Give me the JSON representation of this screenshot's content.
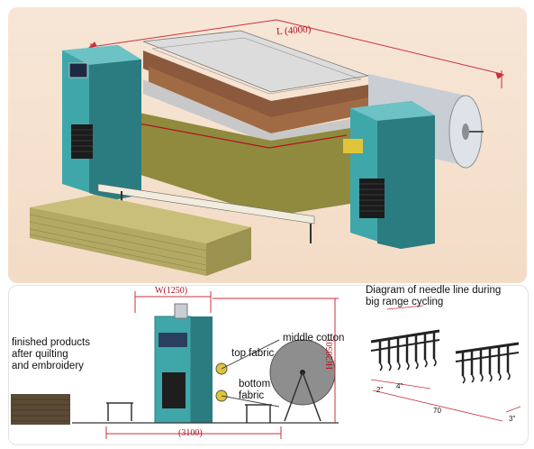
{
  "dimensions": {
    "length": "L (4000)",
    "width": "W(1250)",
    "height": "H(2050)",
    "base_length": "(3100)"
  },
  "labels": {
    "finished_products": [
      "finished products",
      "after quilting",
      "and embroidery"
    ],
    "top_fabric": "top fabric",
    "bottom_fabric": [
      "bottom",
      "fabric"
    ],
    "middle_cotton": "middle cotton",
    "needle_diagram_title": [
      "Diagram of needle line during",
      "big range cycling"
    ]
  },
  "needle_dims": {
    "pitch_a": "2\"",
    "pitch_b": "4\"",
    "length": "70",
    "depth": "3\""
  },
  "colors": {
    "machine": "#3fa7a9",
    "machine_dark": "#2b7c80",
    "fabric": "#8f8a3e",
    "stack": "#b3a864",
    "dimension_line": "#c8323e",
    "panel_bg": "#f4e0cc"
  }
}
